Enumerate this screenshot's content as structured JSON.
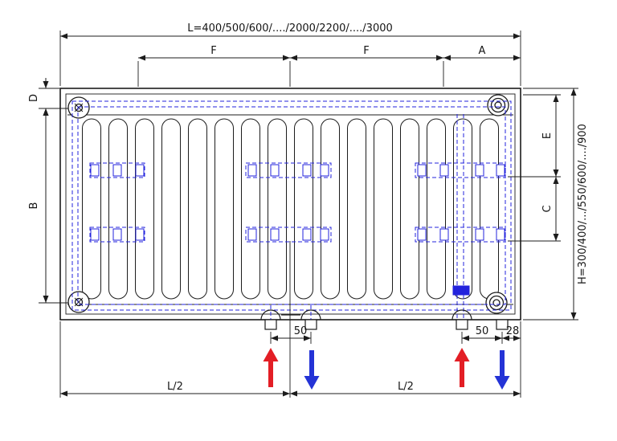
{
  "diagram": {
    "colors": {
      "outline": "#1c1c1c",
      "hidden_blue": "#2323dd",
      "supply_red": "#e31e25",
      "return_blue": "#2433d6"
    },
    "labels": {
      "length": "L=400/500/600/..../2000/2200/..../3000",
      "f_left": "F",
      "f_right": "F",
      "a": "A",
      "d": "D",
      "b": "B",
      "e": "E",
      "c": "C",
      "height": "H=300/400/.../550/600/..../900",
      "pitch_center": "50",
      "pitch_right": "50",
      "edge": "28",
      "half_left": "L/2",
      "half_right": "L/2"
    }
  }
}
